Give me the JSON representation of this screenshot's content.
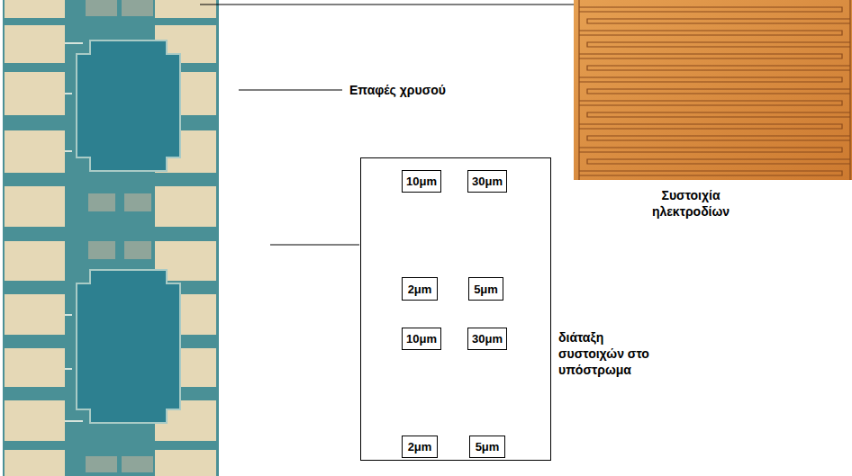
{
  "diagram": {
    "nodes": [
      {
        "text": [
          "διάταξη συστοιχών στο υπόστρωμα"
        ]
      },
      {
        "text": [
          "10μm"
        ],
        "in": 0
      },
      {
        "text": [
          "30μm"
        ],
        "in": 0
      },
      {
        "text": [
          "2μm"
        ],
        "in": 0
      },
      {
        "text": [
          "5μm"
        ],
        "in": 0
      },
      {
        "text": [
          "10μm"
        ],
        "in": 0
      },
      {
        "text": [
          "30μm"
        ],
        "in": 0
      },
      {
        "text": [
          "2μm"
        ],
        "in": 0
      },
      {
        "text": [
          "5μm"
        ],
        "in": 0
      }
    ],
    "labels": [
      "Επαφές χρυσού",
      "Συστοιχία ηλεκτροδίων"
    ]
  }
}
